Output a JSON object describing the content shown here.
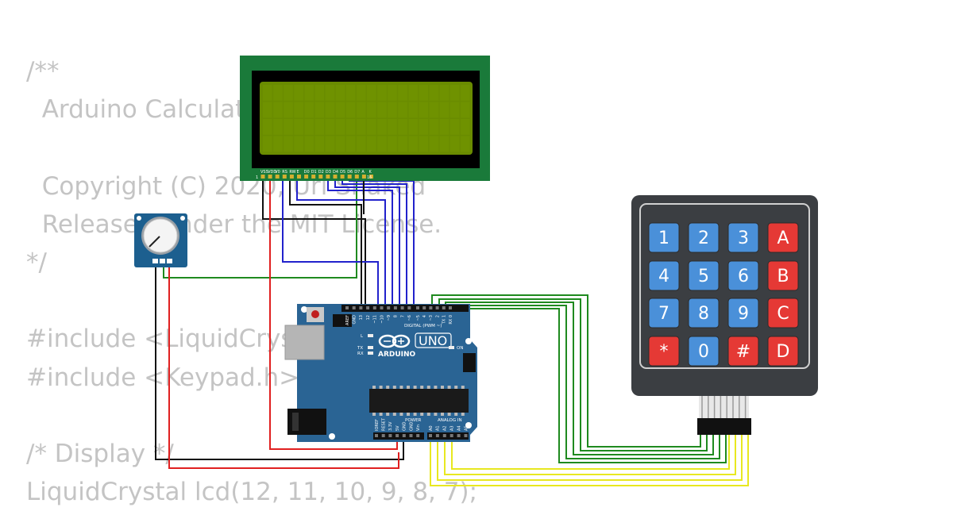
{
  "code": {
    "lines": [
      "/**",
      "  Arduino Calculator",
      "",
      "  Copyright (C) 2020, Uri Shaked",
      "  Released under the MIT License.",
      "*/",
      "",
      "#include <LiquidCrystal.h>",
      "#include <Keypad.h>",
      "",
      "/* Display */",
      "LiquidCrystal lcd(12, 11, 10, 9, 8, 7);"
    ]
  },
  "lcd": {
    "pin_labels": [
      "VSS",
      "VDD",
      "V0",
      "RS",
      "RW",
      "E",
      "D0",
      "D1",
      "D2",
      "D3",
      "D4",
      "D5",
      "D6",
      "D7",
      "A",
      "K"
    ],
    "pin_count_label": "16",
    "pin_start_label": "1"
  },
  "arduino": {
    "brand": "ARDUINO",
    "model": "UNO",
    "digital_label": "DIGITAL (PWM ~)",
    "power_label": "POWER",
    "analog_label": "ANALOG IN",
    "on_label": "ON",
    "led_labels": [
      "L",
      "TX",
      "RX"
    ],
    "top_pin_labels": [
      "AREF",
      "GND",
      "13",
      "12",
      "~11",
      "~10",
      "~9",
      "8",
      "7",
      "~6",
      "~5",
      "4",
      "~3",
      "2",
      "TX 1",
      "RX 0"
    ],
    "power_pin_labels": [
      "IOREF",
      "RESET",
      "3.3V",
      "5V",
      "GND",
      "GND",
      "Vin"
    ],
    "analog_pin_labels": [
      "A0",
      "A1",
      "A2",
      "A3",
      "A4",
      "A5"
    ]
  },
  "keypad": {
    "rows": [
      [
        "1",
        "2",
        "3",
        "A"
      ],
      [
        "4",
        "5",
        "6",
        "B"
      ],
      [
        "7",
        "8",
        "9",
        "C"
      ],
      [
        "*",
        "0",
        "#",
        "D"
      ]
    ]
  },
  "colors": {
    "lcd_pcb": "#1a7a3a",
    "lcd_screen": "#6a8c00",
    "arduino_board": "#2a6494",
    "pot_board": "#1c5f8f",
    "keypad_body": "#3b3e42",
    "key_blue": "#4a90d9",
    "key_red": "#e53935",
    "wire_black": "#111111",
    "wire_red": "#e02020",
    "wire_green": "#1f8a1f",
    "wire_blue": "#2222cc",
    "wire_yellow": "#e8e820",
    "code_text": "#c4c4c4"
  }
}
